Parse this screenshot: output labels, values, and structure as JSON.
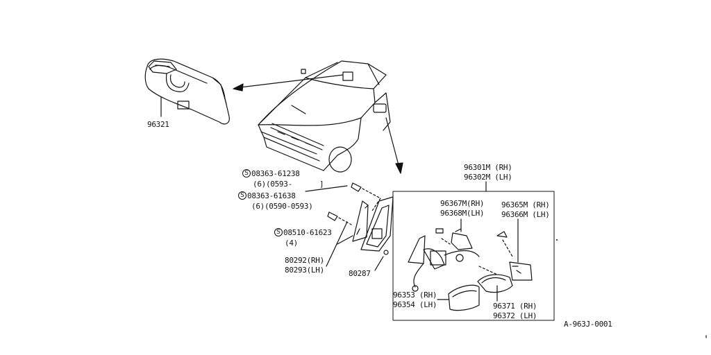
{
  "labels": {
    "sun_visor": "96321",
    "screw1_code": "08363-61238",
    "screw1_qty": "(6)(0593-",
    "screw1_end": "]",
    "screw2_code": "08363-61638",
    "screw2_qty": "(6)(0590-0593)",
    "bolt_code": "08510-61623",
    "bolt_qty": "(4)",
    "s_mark": "S",
    "finisher_rh": "80292(RH)",
    "finisher_lh": "80293(LH)",
    "clip": "80287",
    "mirror_rh": "96301M (RH)",
    "mirror_lh": "96302M (LH)",
    "actuator_rh": "96367M(RH)",
    "actuator_lh": "96368M(LH)",
    "glass_rh": "96365M (RH)",
    "glass_lh": "96366M (LH)",
    "cover_rh": "96353 (RH)",
    "cover_lh": "96354 (LH)",
    "housing_rh": "96371 (RH)",
    "housing_lh": "96372 (LH)",
    "diagram_code": "A-963J-0001"
  }
}
